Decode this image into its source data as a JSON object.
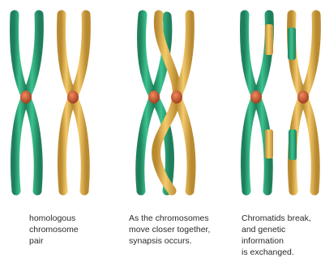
{
  "colors": {
    "green": "#2fa57a",
    "green_dark": "#1f7f5c",
    "gold": "#e4b250",
    "gold_dark": "#b98a30",
    "centromere": "#c5532b"
  },
  "panels": [
    {
      "caption": "homologous\nchromosome\npair"
    },
    {
      "caption": "As the chromosomes\nmove closer together,\nsynapsis occurs."
    },
    {
      "caption": "Chromatids break,\nand genetic information\nis exchanged."
    }
  ]
}
